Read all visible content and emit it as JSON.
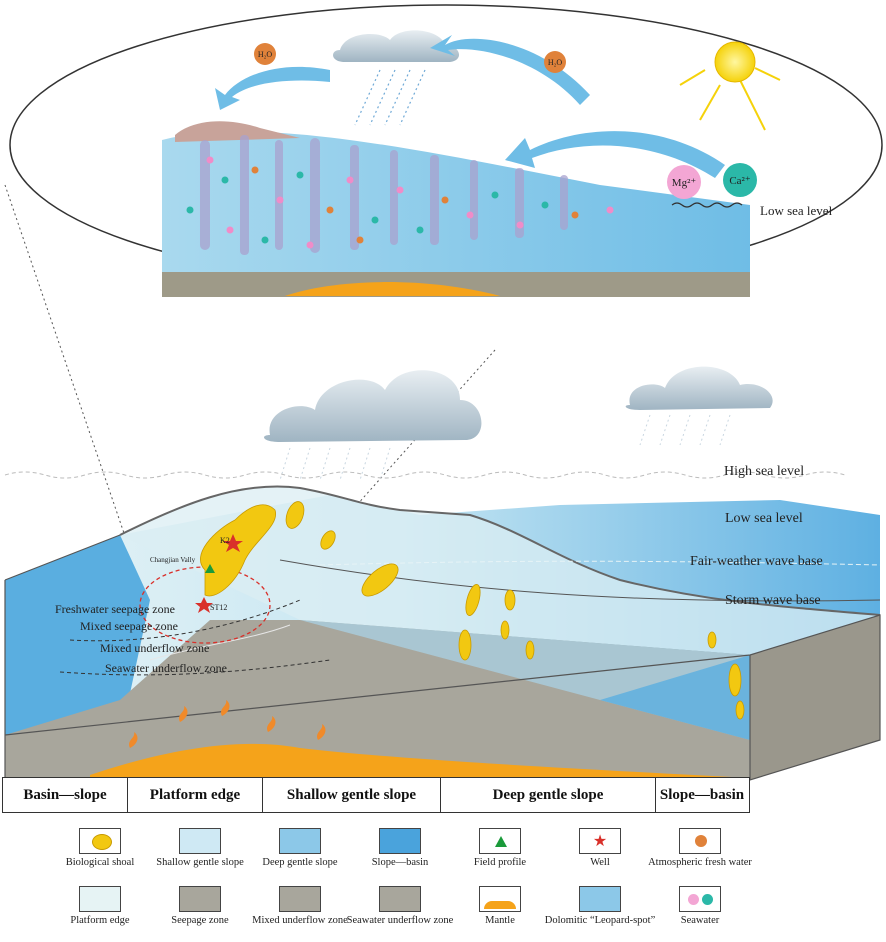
{
  "diagram": {
    "sea_levels": {
      "high": "High sea level",
      "low": "Low sea level",
      "fair_weather": "Fair-weather wave base",
      "storm": "Storm wave base"
    },
    "inset_label": "Low sea level",
    "ions": {
      "mg": "Mg²⁺",
      "ca": "Ca²⁺",
      "water": "H₂O"
    },
    "wells": {
      "k2": "K2",
      "st12": "ST12",
      "valley": "Changjian Vally"
    },
    "hydro_zones": {
      "freshwater": "Freshwater  seepage zone",
      "mixed_seepage": "Mixed  seepage zone",
      "mixed_underflow": "Mixed  underflow zone",
      "seawater_underflow": "Seawater  underflow zone"
    },
    "colors": {
      "shallow": "#cfe9f4",
      "deep": "#8cc8e8",
      "basin": "#4aa3dc",
      "ground": "#a8a69c",
      "shoal": "#f2c811",
      "mantle": "#f5a31a"
    }
  },
  "facies_bar": [
    "Basin—slope",
    "Platform edge",
    "Shallow gentle slope",
    "Deep gentle slope",
    "Slope—basin"
  ],
  "legend": [
    "Biological shoal",
    "Shallow gentle slope",
    "Deep gentle slope",
    "Slope—basin",
    "Field profile",
    "Well",
    "Atmospheric fresh water",
    "Platform edge",
    "Seepage zone",
    "Mixed  underflow zone",
    "Seawater  underflow zone",
    "Mantle",
    "Dolomitic “Leopard-spot”",
    "Seawater"
  ]
}
